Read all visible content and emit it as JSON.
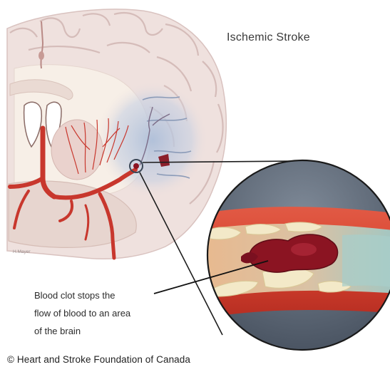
{
  "diagram": {
    "title": "Ischemic Stroke",
    "artist_credit": "H.Mayer",
    "caption_lines": [
      "Blood clot stops the",
      "flow of blood to an area",
      "of the brain"
    ],
    "copyright": "© Heart and Stroke Foundation of Canada"
  },
  "colors": {
    "brain_tissue": "#efe1de",
    "white_matter": "#f7efe7",
    "artery": "#c8372d",
    "clot": "#8b1422",
    "ischemic_area": "#b9c6dc",
    "vessel_lumen": "#b8d2cf"
  }
}
